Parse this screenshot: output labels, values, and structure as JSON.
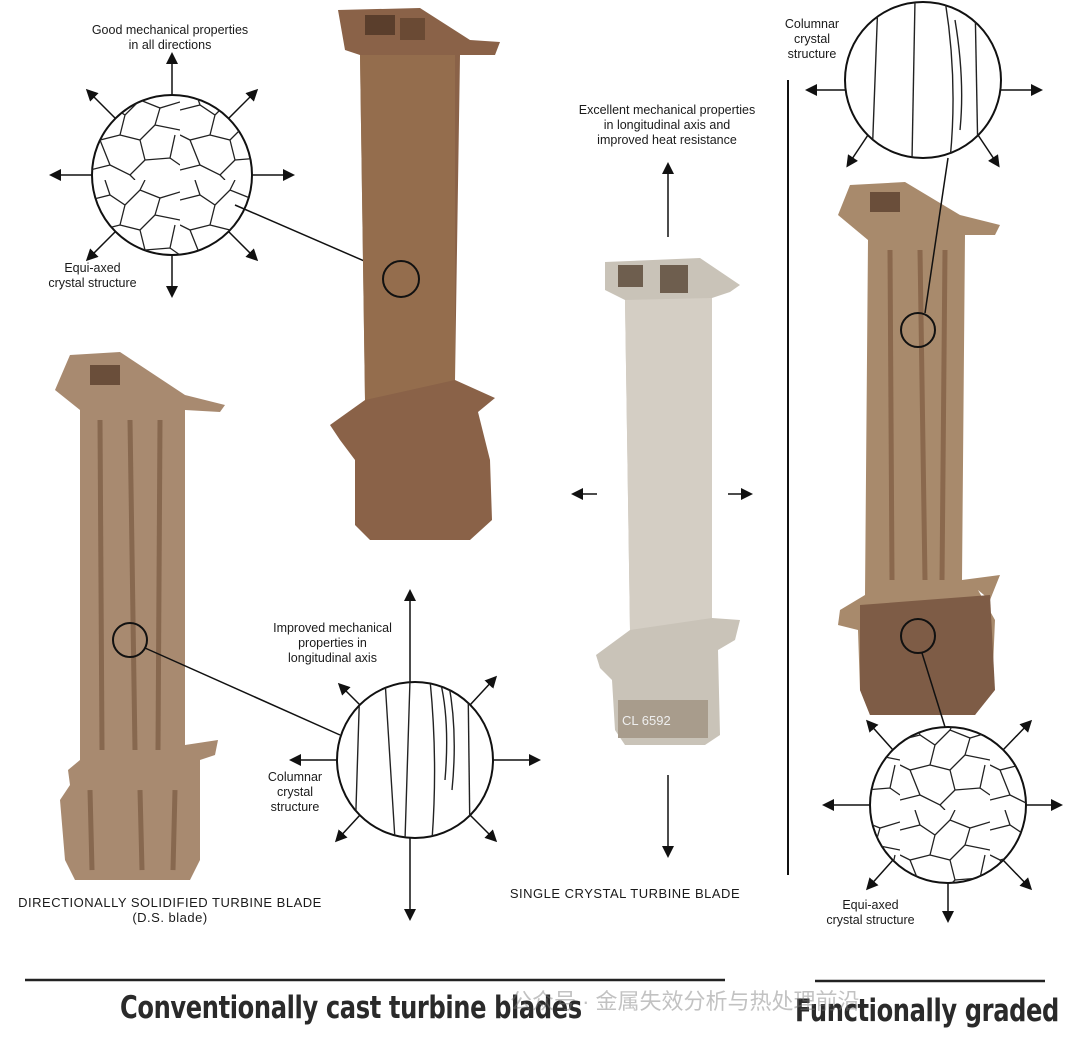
{
  "labels": {
    "equiaxed_top_heading": [
      "Good mechanical properties",
      "in all directions"
    ],
    "equiaxed_top_caption": [
      "Equi-axed",
      "crystal structure"
    ],
    "ds_heading": [
      "Improved mechanical",
      "properties in",
      "longitudinal axis"
    ],
    "ds_caption": [
      "Columnar",
      "crystal",
      "structure"
    ],
    "sc_heading": [
      "Excellent mechanical properties",
      "in longitudinal axis and",
      "improved heat resistance"
    ],
    "fg_top_caption": [
      "Columnar",
      "crystal",
      "structure"
    ],
    "fg_bottom_caption": [
      "Equi-axed",
      "crystal structure"
    ]
  },
  "captions": {
    "ds_blade": "DIRECTIONALLY SOLIDIFIED TURBINE BLADE",
    "ds_blade_sub": "(D.S. blade)",
    "sc_blade": "SINGLE CRYSTAL TURBINE BLADE",
    "blade_stamp": "CL 6592"
  },
  "titles": {
    "conventional": "Conventionally cast turbine blades",
    "functional": "Functionally graded"
  },
  "watermark": "公众号 · 金属失效分析与热处理前沿",
  "colors": {
    "rust": "#8a6248",
    "ds_tan": "#a88a70",
    "sc_grey": "#c9c3b8"
  }
}
